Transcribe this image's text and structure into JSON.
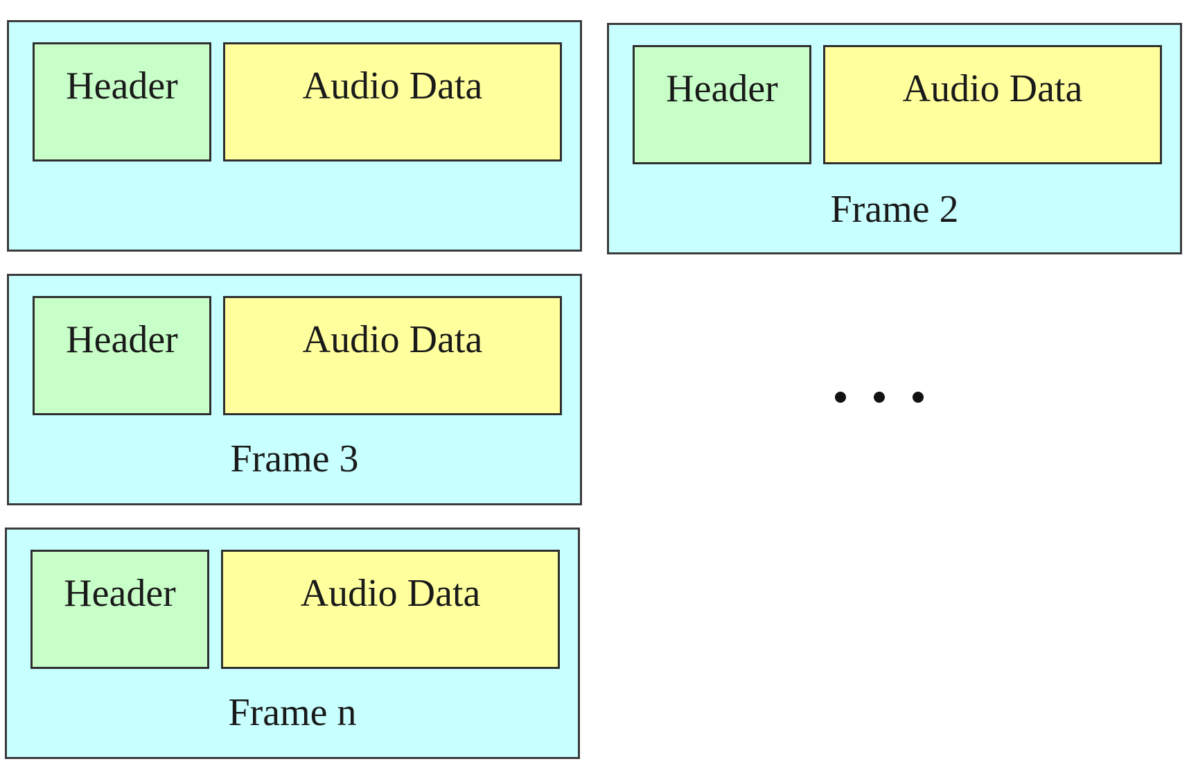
{
  "colors": {
    "frame_fill": "#c8ffff",
    "header_fill": "#c8ffc8",
    "audio_fill": "#ffff9e",
    "border": "#3b3b3b"
  },
  "frames": [
    {
      "header_label": "Header",
      "audio_label": "Audio Data",
      "frame_label": ""
    },
    {
      "header_label": "Header",
      "audio_label": "Audio Data",
      "frame_label": "Frame 2"
    },
    {
      "header_label": "Header",
      "audio_label": "Audio Data",
      "frame_label": "Frame 3"
    },
    {
      "header_label": "Header",
      "audio_label": "Audio Data",
      "frame_label": "Frame n"
    }
  ],
  "continuation_icon": "ellipsis-icon"
}
